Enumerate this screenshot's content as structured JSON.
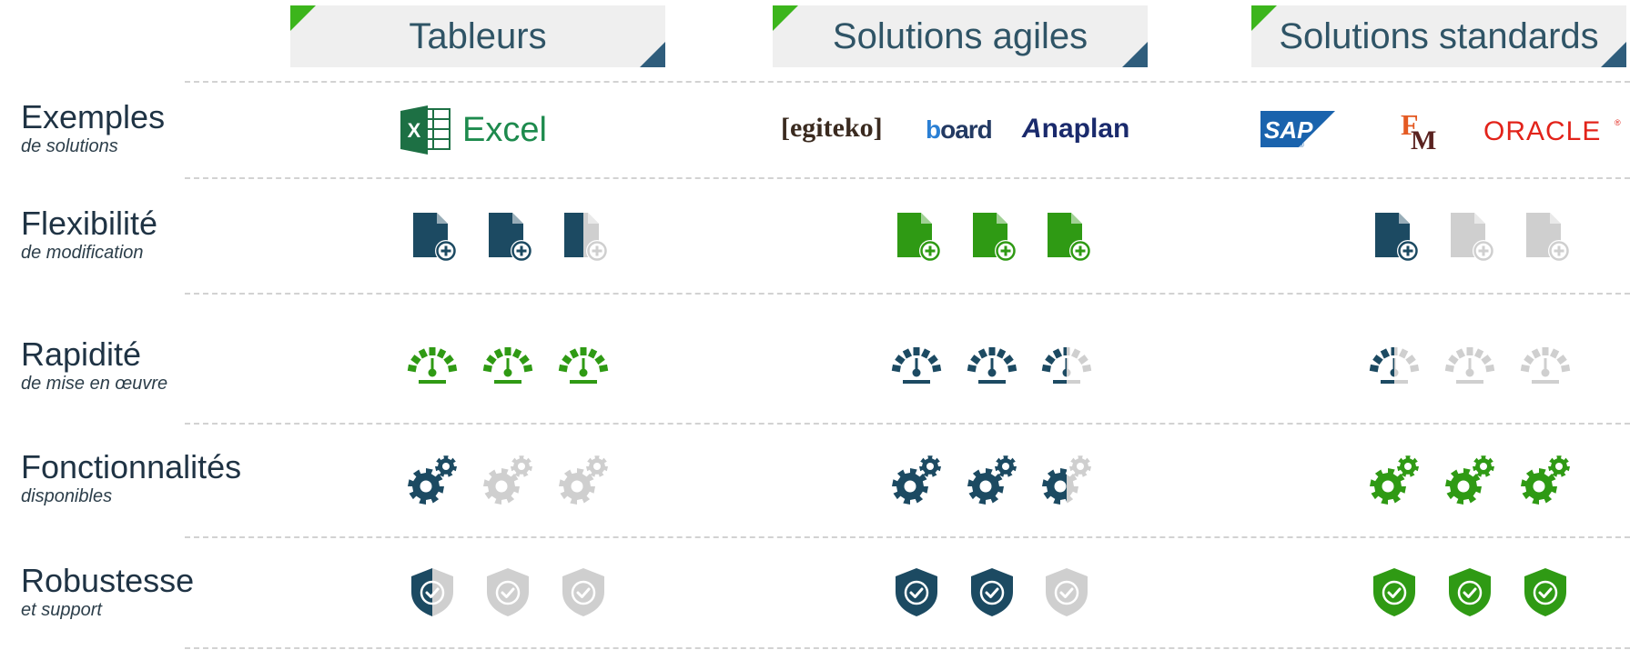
{
  "columns": [
    {
      "label": "Tableurs"
    },
    {
      "label": "Solutions agiles"
    },
    {
      "label": "Solutions standards"
    }
  ],
  "rows": [
    {
      "title": "Exemples",
      "subtitle": "de solutions"
    },
    {
      "title": "Flexibilité",
      "subtitle": "de modification"
    },
    {
      "title": "Rapidité",
      "subtitle": "de mise en œuvre"
    },
    {
      "title": "Fonctionnalités",
      "subtitle": "disponibles"
    },
    {
      "title": "Robustesse",
      "subtitle": "et support"
    }
  ],
  "logos": {
    "excel": "Excel",
    "excel_x": "X",
    "egiteko": "[egiteko]",
    "board_b": "b",
    "board_rest": "oard",
    "anaplan_a": "A",
    "anaplan_rest": "naplan",
    "sap": "SAP",
    "sap_reg": "®",
    "fm_f": "F",
    "fm_m": "M",
    "oracle": "ORACLE",
    "oracle_reg": "®"
  },
  "ratings": {
    "flexibilite": {
      "icon": "document-add-icon",
      "values": [
        [
          1,
          1,
          0.5
        ],
        [
          1,
          1,
          1
        ],
        [
          1,
          0,
          0
        ]
      ],
      "colors": [
        "#1c4a62",
        "#2f9a14",
        "#1c4a62"
      ]
    },
    "rapidite": {
      "icon": "speedometer-icon",
      "values": [
        [
          1,
          1,
          1
        ],
        [
          1,
          1,
          0.5
        ],
        [
          0.5,
          0,
          0
        ]
      ],
      "colors": [
        "#2f9a14",
        "#1c4a62",
        "#1c4a62"
      ]
    },
    "fonctionnalites": {
      "icon": "gears-icon",
      "values": [
        [
          1,
          0,
          0
        ],
        [
          1,
          1,
          0.5
        ],
        [
          1,
          1,
          1
        ]
      ],
      "colors": [
        "#1c4a62",
        "#1c4a62",
        "#2f9a14"
      ]
    },
    "robustesse": {
      "icon": "shield-check-icon",
      "values": [
        [
          0.5,
          0,
          0
        ],
        [
          1,
          1,
          0
        ],
        [
          1,
          1,
          1
        ]
      ],
      "colors": [
        "#1c4a62",
        "#1c4a62",
        "#2f9a14"
      ]
    }
  },
  "colors": {
    "blue": "#1c4a62",
    "green": "#2f9a14",
    "grey": "#cfcfcf",
    "accent_green": "#3cb51c"
  }
}
